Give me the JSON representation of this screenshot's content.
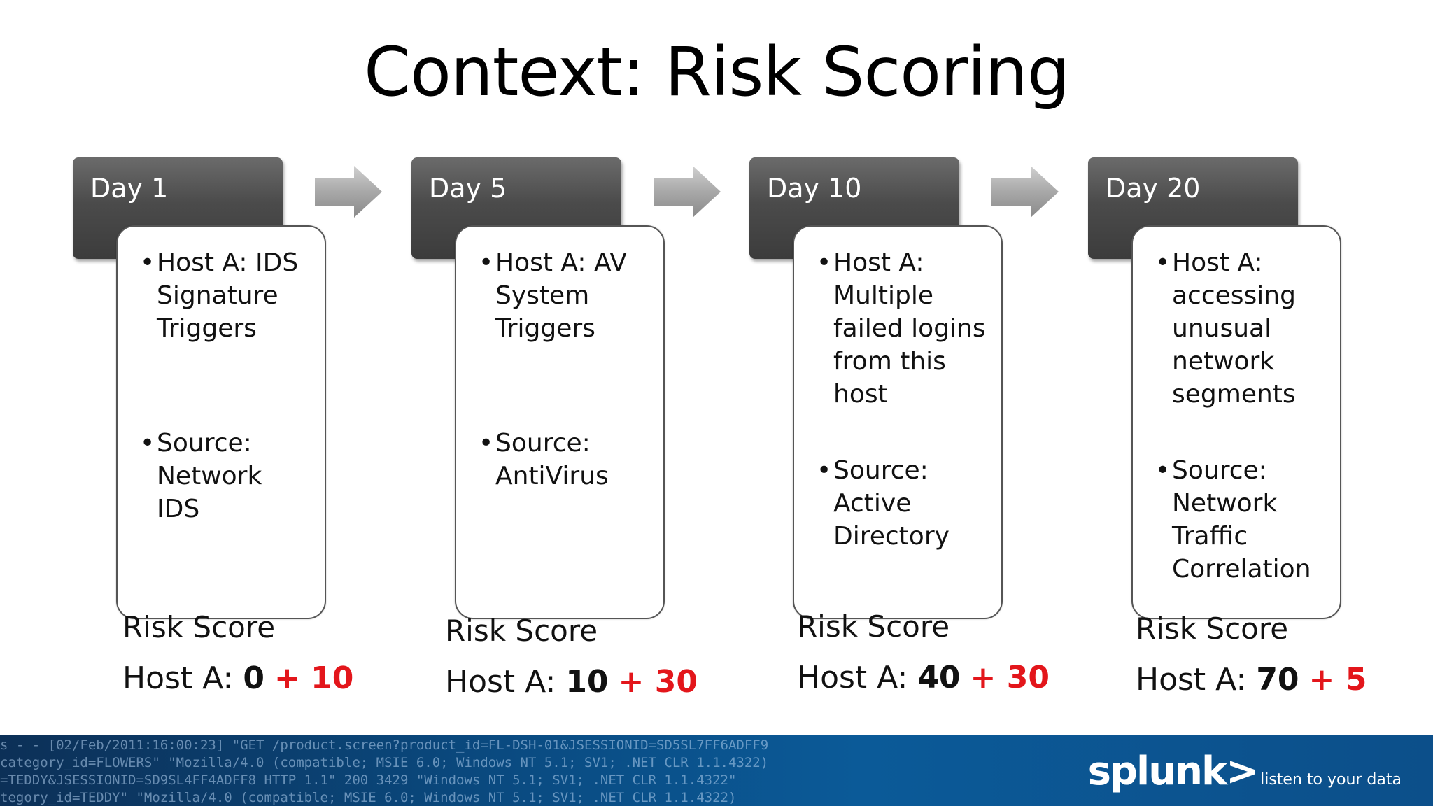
{
  "title": "Context: Risk Scoring",
  "stages": [
    {
      "day": "Day 1",
      "bullets": [
        "Host A: IDS\nSignature\nTriggers",
        "Source:\nNetwork\nIDS"
      ],
      "risk_label": "Risk Score",
      "risk_prefix": "Host A: ",
      "risk_base": "0",
      "risk_add": "+ 10"
    },
    {
      "day": "Day 5",
      "bullets": [
        "Host A: AV\nSystem\nTriggers",
        "Source:\nAntiVirus"
      ],
      "risk_label": "Risk Score",
      "risk_prefix": "Host A: ",
      "risk_base": "10",
      "risk_add": "+ 30"
    },
    {
      "day": "Day 10",
      "bullets": [
        "Host A:\nMultiple\nfailed logins\nfrom this\nhost",
        "Source:\nActive\nDirectory"
      ],
      "risk_label": "Risk Score",
      "risk_prefix": "Host A: ",
      "risk_base": "40",
      "risk_add": "+ 30"
    },
    {
      "day": "Day 20",
      "bullets": [
        "Host A:\naccessing\nunusual\nnetwork\nsegments",
        "Source:\nNetwork\nTraffic\nCorrelation"
      ],
      "risk_label": "Risk Score",
      "risk_prefix": "Host A: ",
      "risk_base": "70",
      "risk_add": "+ 5"
    }
  ],
  "footer": {
    "logo": "splunk>",
    "tagline": "listen to your data",
    "log_lines": [
      "s - - [02/Feb/2011:16:00:23] \"GET /product.screen?product_id=FL-DSH-01&JSESSIONID=SD5SL7FF6ADFF9",
      "category_id=FLOWERS\" \"Mozilla/4.0 (compatible; MSIE 6.0; Windows NT 5.1; SV1; .NET CLR 1.1.4322)",
      "=TEDDY&JSESSIONID=SD9SL4FF4ADFF8 HTTP 1.1\" 200 3429 \"Windows NT 5.1; SV1; .NET CLR 1.1.4322\"",
      "tegory_id=TEDDY\" \"Mozilla/4.0 (compatible; MSIE 6.0; Windows NT 5.1; SV1; .NET CLR 1.1.4322)"
    ],
    "colors": {
      "risk_add": "#e3161b",
      "header_box": "#4b4b4b"
    }
  }
}
